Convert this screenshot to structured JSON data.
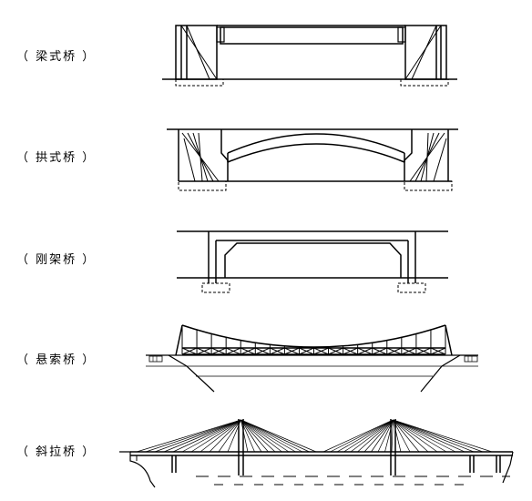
{
  "labels": {
    "beam": "（ 梁式桥 ）",
    "arch": "（ 拱式桥 ）",
    "rigid": "（ 刚架桥 ）",
    "suspension": "（ 悬索桥 ）",
    "cable_stayed": "（ 斜拉桥 ）"
  },
  "colors": {
    "ink": "#000000",
    "background": "#ffffff"
  }
}
